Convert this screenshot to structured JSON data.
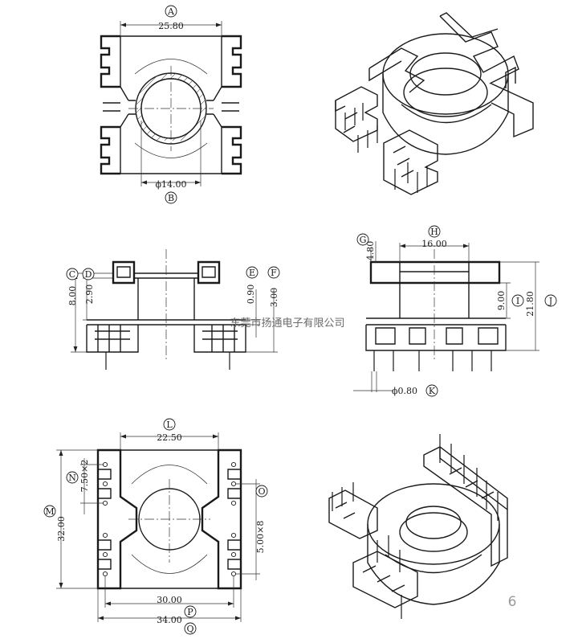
{
  "dimensions": {
    "A": {
      "letter": "A",
      "value": "25.80"
    },
    "B": {
      "letter": "B",
      "value": "ϕ14.00"
    },
    "C": {
      "letter": "C",
      "value": "8.00"
    },
    "D": {
      "letter": "D",
      "value": "2.90"
    },
    "E": {
      "letter": "E",
      "value": "0.90"
    },
    "F": {
      "letter": "F",
      "value": "3.00"
    },
    "G": {
      "letter": "G",
      "value": "4.80"
    },
    "H": {
      "letter": "H",
      "value": "16.00"
    },
    "I": {
      "letter": "I",
      "value": "9.00"
    },
    "J": {
      "letter": "J",
      "value": "21.80"
    },
    "K": {
      "letter": "K",
      "value": "ϕ0.80"
    },
    "L": {
      "letter": "L",
      "value": "22.50"
    },
    "M": {
      "letter": "M",
      "value": "32.00"
    },
    "N": {
      "letter": "N",
      "value": "7.50×2"
    },
    "O": {
      "letter": "O",
      "value": "5.00×8"
    },
    "P": {
      "letter": "P",
      "value": "30.00"
    },
    "Q": {
      "letter": "Q",
      "value": "34.00"
    }
  },
  "watermark": "东莞市扬通电子有限公司",
  "page_number": "6",
  "colors": {
    "ink": "#1a1a1a",
    "watermark": "#6a6a6a",
    "page_number": "#9a9a9a"
  }
}
